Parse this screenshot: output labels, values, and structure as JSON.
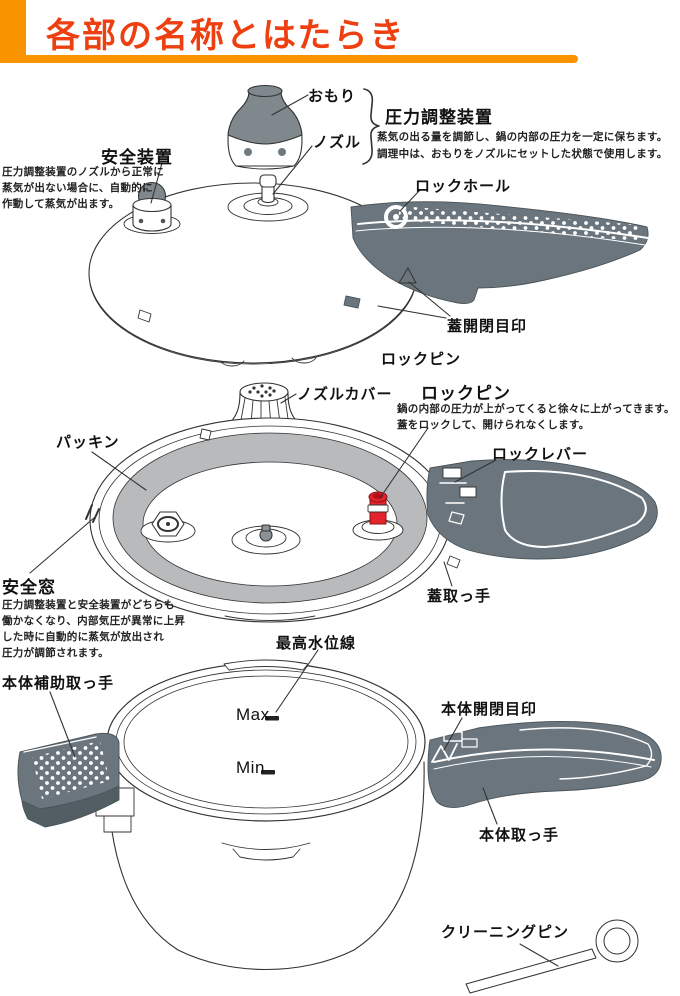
{
  "header": {
    "title": "各部の名称とはたらき"
  },
  "sections": {
    "lid_top": {
      "labels": {
        "omori": "おもり",
        "nozzle": "ノズル",
        "lock_hole": "ロックホール",
        "lid_mark": "蓋開閉目印",
        "lock_pin": "ロックピン"
      },
      "pressure_device": {
        "title": "圧力調整装置",
        "desc": [
          "蒸気の出る量を調節し、鍋の内部の圧力を一定に保ちます。",
          "調理中は、おもりをノズルにセットした状態で使用します。"
        ]
      },
      "safety_device": {
        "title": "安全装置",
        "desc": [
          "圧力調整装置のノズルから正常に",
          "蒸気が出ない場合に、自動的に",
          "作動して蒸気が出ます。"
        ]
      }
    },
    "lid_underside": {
      "labels": {
        "nozzle_cover": "ノズルカバー",
        "packing": "パッキン",
        "lock_lever": "ロックレバー",
        "lid_handle": "蓋取っ手"
      },
      "lock_pin": {
        "title": "ロックピン",
        "desc": [
          "鍋の内部の圧力が上がってくると徐々に上がってきます。",
          "蓋をロックして、開けられなくします。"
        ]
      },
      "safety_window": {
        "title": "安全窓",
        "desc": [
          "圧力調整装置と安全装置がどちらも",
          "働かなくなり、内部気圧が異常に上昇",
          "した時に自動的に蒸気が放出され",
          "圧力が調節されます。"
        ]
      }
    },
    "body": {
      "labels": {
        "max_line": "最高水位線",
        "aux_handle": "本体補助取っ手",
        "open_mark": "本体開閉目印",
        "body_handle": "本体取っ手",
        "cleaning_pin": "クリーニングピン",
        "max": "Max",
        "min": "Min"
      }
    }
  },
  "colors": {
    "accent_orange": "#f99400",
    "title_red": "#ee3f10",
    "handle_gray": "#6a757d",
    "handle_gray_dark": "#525d64",
    "gasket_gray": "#b8babc",
    "weight_gray": "#7e888d",
    "pin_red": "#e3242b",
    "pin_red_dark": "#b31119"
  }
}
